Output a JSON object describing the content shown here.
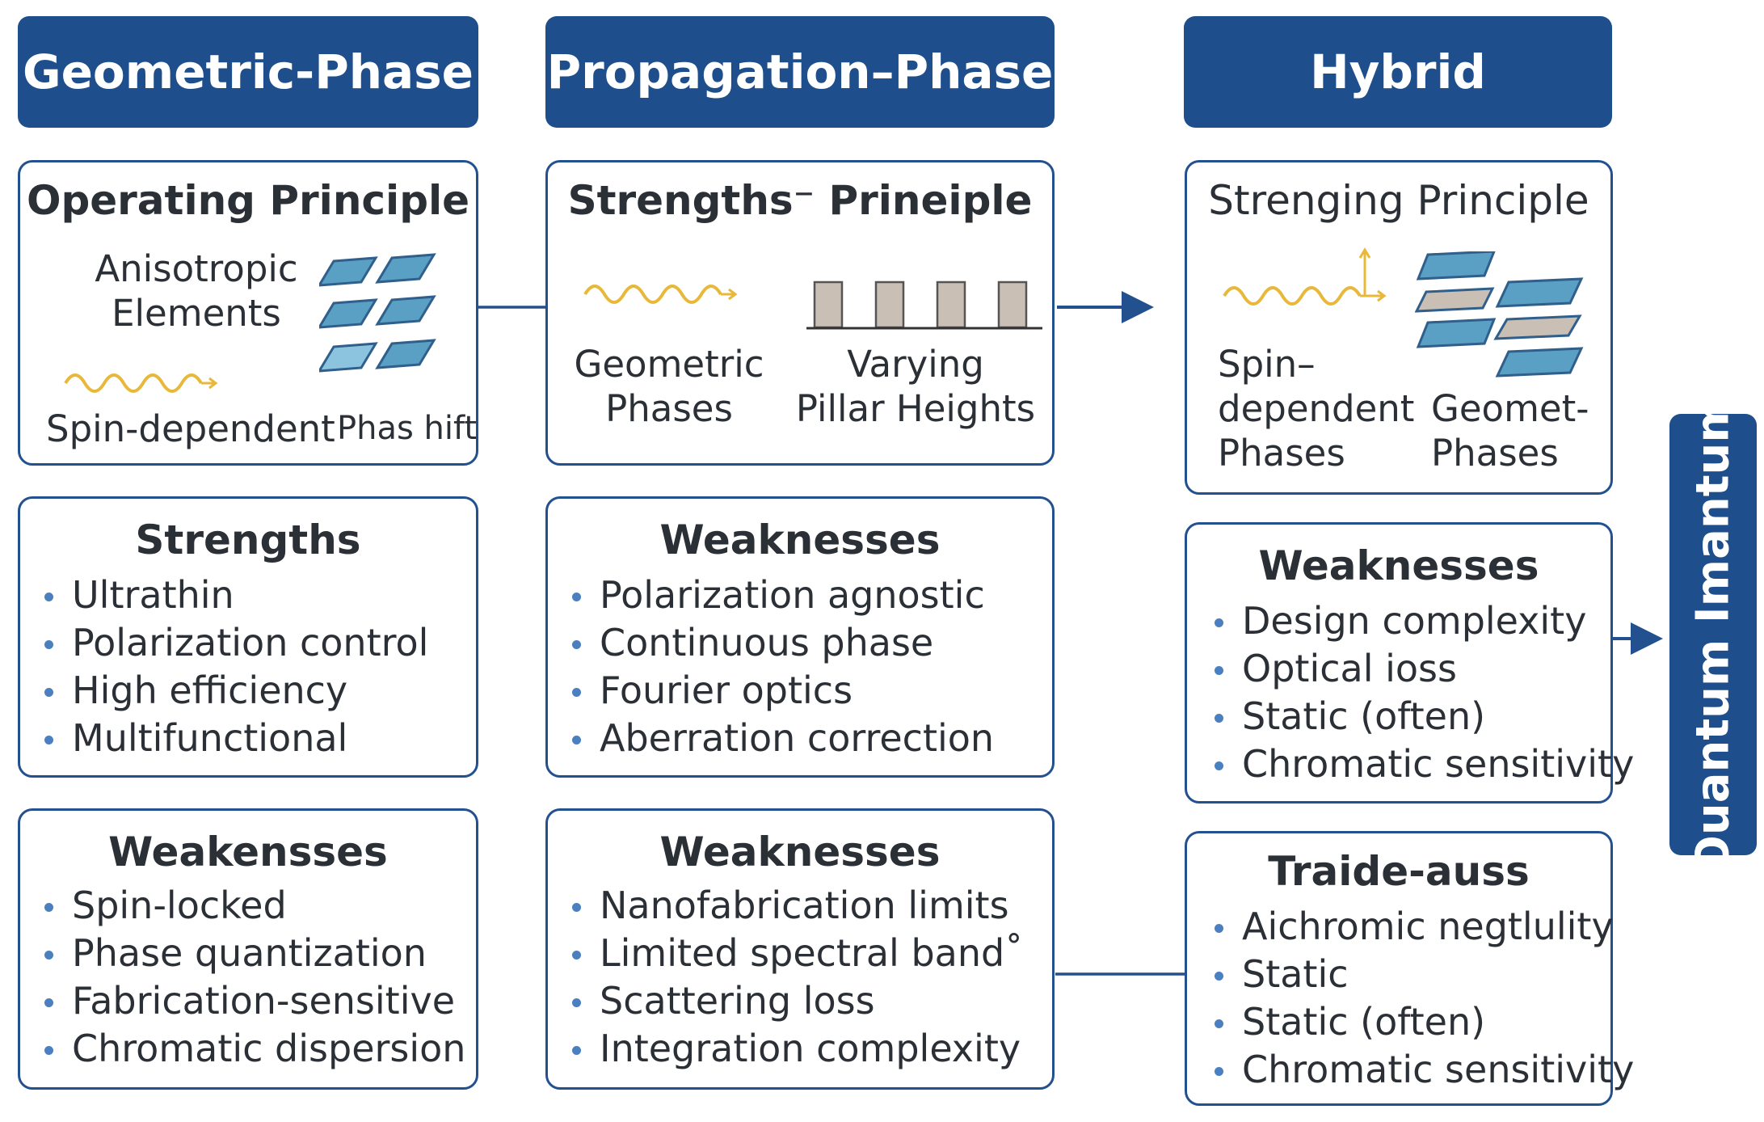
{
  "columns": {
    "geometric": {
      "header": "Geometric-Phase",
      "principle": {
        "title": "Operating Principle",
        "anisotropic_line1": "Anisotropic",
        "anisotropic_line2": "Elements",
        "spin_label": "Spin-dependent",
        "phase_label": "Phas hift"
      },
      "strengths": {
        "title": "Strengths",
        "items": [
          "Ultrathin",
          "Polarization control",
          "High efficiency",
          "Multifunctional"
        ]
      },
      "weaknesses": {
        "title": "Weakensses",
        "items": [
          "Spin-locked",
          "Phase quantization",
          "Fabrication-sensitive",
          "Chromatic dispersion"
        ]
      }
    },
    "propagation": {
      "header": "Propagation–Phase",
      "principle": {
        "title": "Strengths⁻ Prineiple",
        "geo_line1": "Geometric",
        "geo_line2": "Phases",
        "pillar_line1": "Varying",
        "pillar_line2": "Pillar Heights"
      },
      "weaknesses1": {
        "title": "Weaknesses",
        "items": [
          "Polarization agnostic",
          "Continuous phase",
          "Fourier optics",
          "Aberration correction"
        ]
      },
      "weaknesses2": {
        "title": "Weaknesses",
        "items": [
          "Nanofabrication limits",
          "Limited spectral band˚",
          "Scattering loss",
          "Integration complexity"
        ]
      }
    },
    "hybrid": {
      "header": "Hybrid",
      "principle": {
        "title": "Strenging Principle",
        "spin_line1": "Spin–",
        "spin_line2": "dependent",
        "spin_line3": "Phases",
        "geom_line1": "Geomet-",
        "geom_line2": "Phases"
      },
      "weaknesses": {
        "title": "Weaknesses",
        "items": [
          "Design complexity",
          "Optical ioss",
          "Static (often)",
          "Chromatic sensitivity"
        ]
      },
      "tradeoffs": {
        "title": "Traide-auss",
        "items": [
          "Aichromic negtlulity",
          "Static",
          "Static (often)",
          "Chromatic sensitivity"
        ]
      }
    }
  },
  "side_label": "Ouantum Imantum",
  "colors": {
    "header_bg": "#1f4e8c",
    "border": "#23508f",
    "wave": "#e8b83a",
    "tile": "#5a9fc4",
    "pillar": "#c9bfb4"
  }
}
